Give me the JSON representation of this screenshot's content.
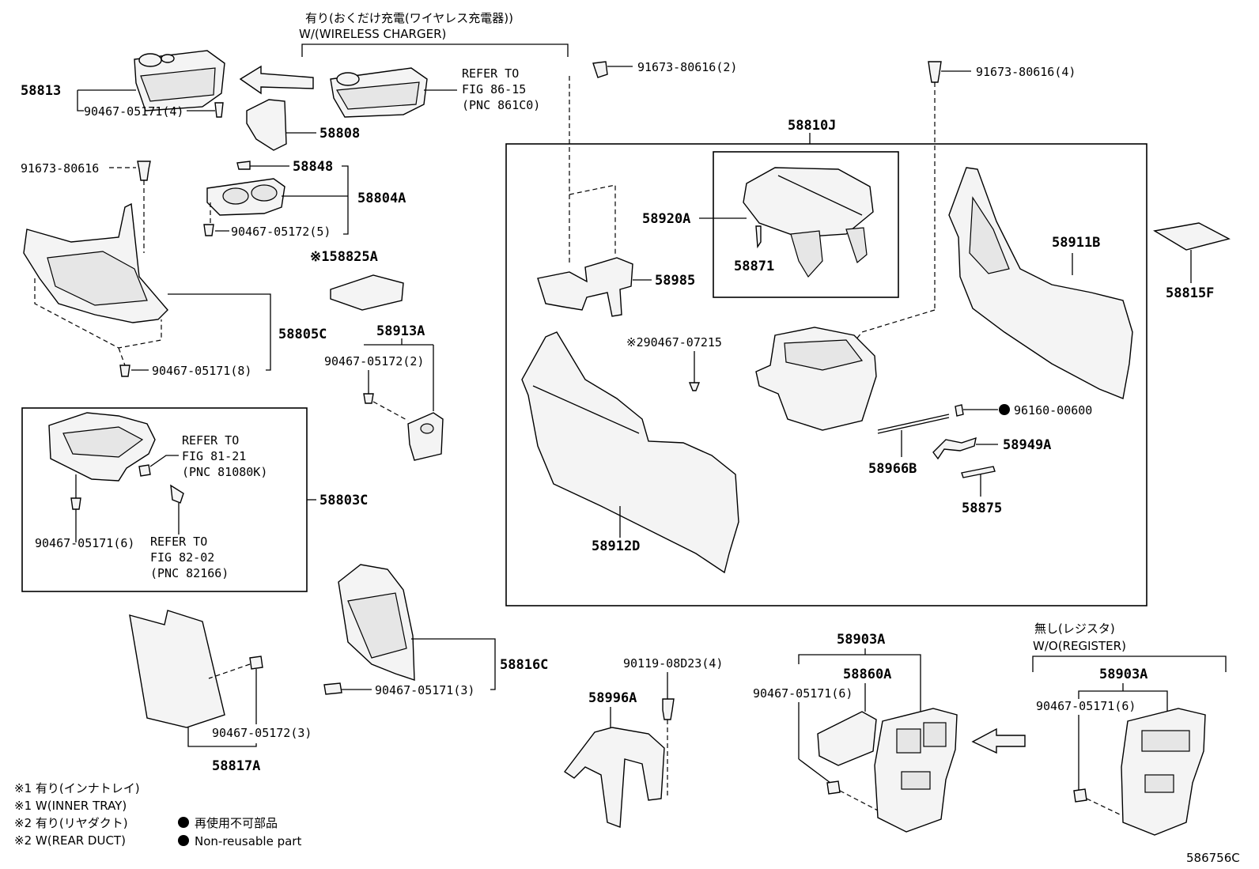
{
  "header": {
    "wireless_jp": "有り(おくだけ充電(ワイヤレス充電器))",
    "wireless_en": "W/(WIRELESS CHARGER)",
    "register_jp": "無し(レジスタ)",
    "register_en": "W/O(REGISTER)"
  },
  "refs": {
    "fig86_l1": "REFER TO",
    "fig86_l2": "FIG 86-15",
    "fig86_l3": "(PNC 861C0)",
    "fig81_l1": "REFER TO",
    "fig81_l2": "FIG 81-21",
    "fig81_l3": "(PNC 81080K)",
    "fig82_l1": "REFER TO",
    "fig82_l2": "FIG 82-02",
    "fig82_l3": "(PNC 82166)"
  },
  "parts": {
    "p58813": "58813",
    "p90467_05171_4": "90467-05171(4)",
    "p58808": "58808",
    "p91673_80616_2": "91673-80616(2)",
    "p91673_80616_4": "91673-80616(4)",
    "p58810J": "58810J",
    "p91673_80616": "91673-80616",
    "p58848": "58848",
    "p58804A": "58804A",
    "p90467_05172_5": "90467-05172(5)",
    "p58825A": "※158825A",
    "p58805C": "58805C",
    "p90467_05171_8": "90467-05171(8)",
    "p58913A": "58913A",
    "p90467_05172_2": "90467-05172(2)",
    "p58803C": "58803C",
    "p90467_05171_6a": "90467-05171(6)",
    "p58920A": "58920A",
    "p58871": "58871",
    "p58985": "58985",
    "p58911B": "58911B",
    "p58815F": "58815F",
    "p90467_07215": "※290467-07215",
    "p96160_00600": "96160-00600",
    "p58949A": "58949A",
    "p58966B": "58966B",
    "p58875": "58875",
    "p58912D": "58912D",
    "p58816C": "58816C",
    "p90467_05171_3": "90467-05171(3)",
    "p90467_05172_3": "90467-05172(3)",
    "p58817A": "58817A",
    "p90119_08D23_4": "90119-08D23(4)",
    "p58996A": "58996A",
    "p58903A_a": "58903A",
    "p58860A": "58860A",
    "p90467_05171_6b": "90467-05171(6)",
    "p58903A_b": "58903A",
    "p90467_05171_6c": "90467-05171(6)"
  },
  "legend": {
    "l1": "※1 有り(インナトレイ)",
    "l2": "※1 W(INNER TRAY)",
    "l3": "※2 有り(リヤダクト)",
    "l4": "※2 W(REAR DUCT)",
    "l5": "再使用不可部品",
    "l6": "Non-reusable part"
  },
  "figure_id": "586756C"
}
